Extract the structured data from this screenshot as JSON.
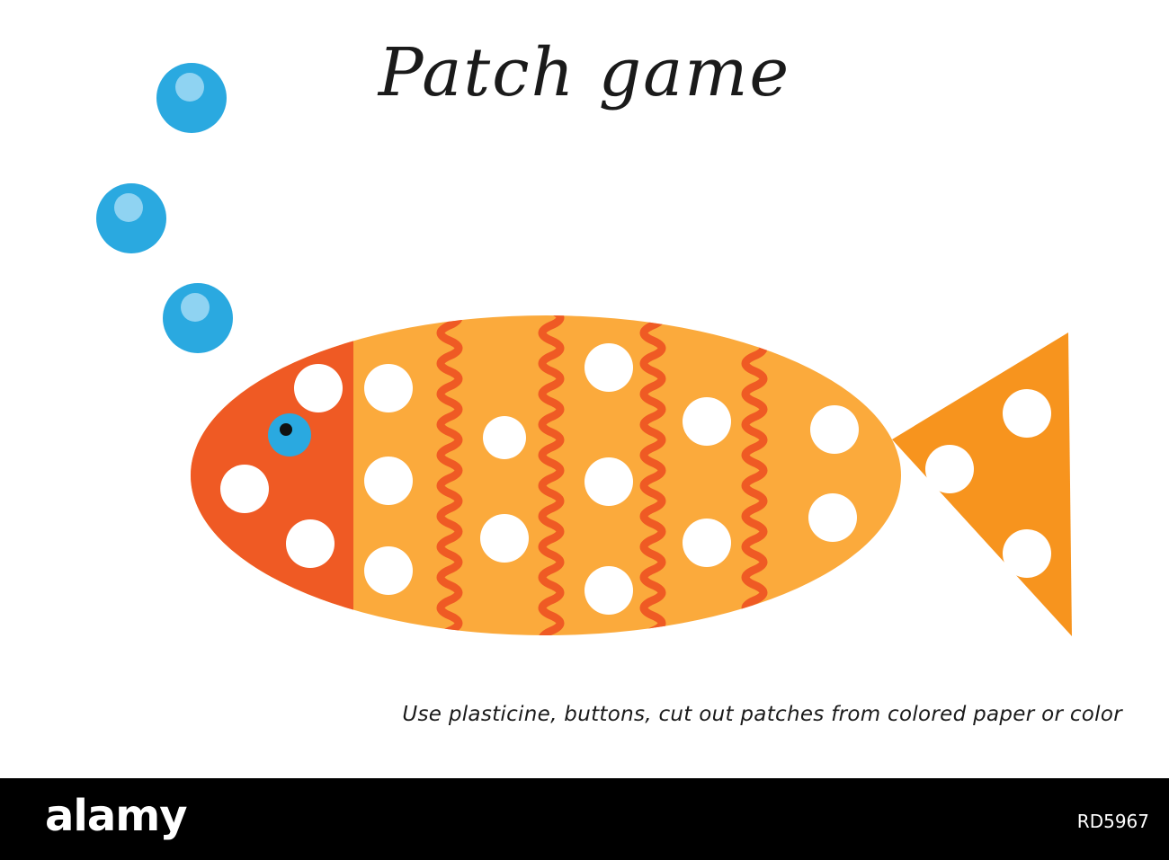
{
  "worksheet": {
    "title": "Patch game",
    "instruction": "Use plasticine, buttons, cut out patches from colored paper or color"
  },
  "colors": {
    "bubble": "#2aa9e0",
    "bubble_highlight": "#8fd3f2",
    "head": "#ef5a24",
    "body": "#fbaa3c",
    "stripe": "#ef5a24",
    "tail": "#f7941e",
    "patch": "#ffffff",
    "eye_iris": "#2aa9e0",
    "eye_pupil": "#111111"
  },
  "icons": {
    "bubble": "bubble-icon",
    "fish": "fish-icon"
  },
  "footer": {
    "brand": "alamy",
    "stock_id": "RD5967"
  }
}
